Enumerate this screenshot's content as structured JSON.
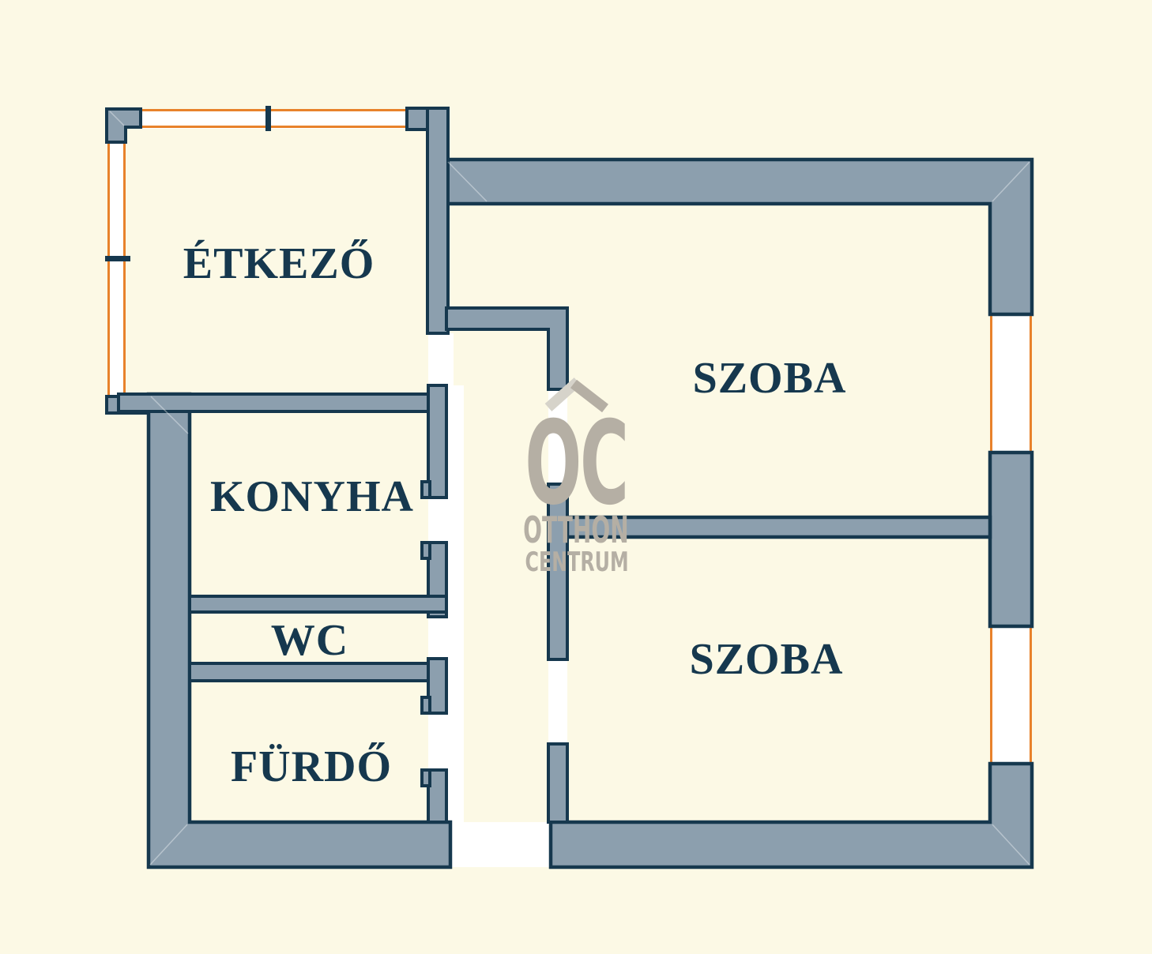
{
  "plan": {
    "type": "apartment-floor-plan",
    "rooms": {
      "etkezo": {
        "label": "ÉTKEZŐ"
      },
      "konyha": {
        "label": "KONYHA"
      },
      "wc": {
        "label": "WC"
      },
      "furdo": {
        "label": "FÜRDŐ"
      },
      "szoba_felso": {
        "label": "SZOBA"
      },
      "szoba_also": {
        "label": "SZOBA"
      }
    },
    "watermark": {
      "monogram": "OC",
      "name_line1": "OTTHON",
      "name_line2": "CENTRUM"
    },
    "colors": {
      "background": "#FCF9E5",
      "wall_fill": "#8C9FAE",
      "wall_outline": "#16384E",
      "window_frame": "#E8822B",
      "opening": "#FFFFFF",
      "watermark": "#B5AFA4",
      "label_text": "#16384E"
    }
  }
}
